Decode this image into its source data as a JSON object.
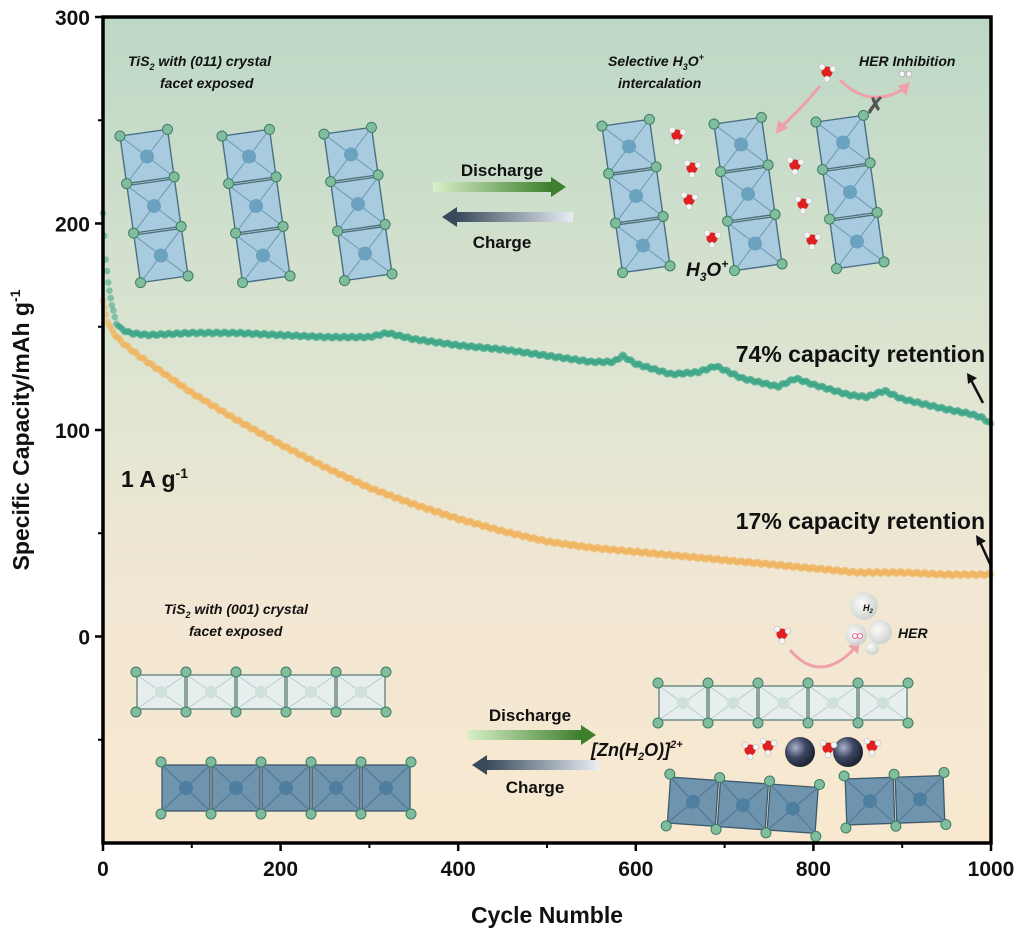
{
  "chart_data": {
    "type": "scatter",
    "xlabel": "Cycle Numble",
    "ylabel": "Specific Capacity/mAh g",
    "ylabel_sup": "-1",
    "xlim": [
      0,
      1000
    ],
    "ylim": [
      -100,
      300
    ],
    "xticks": [
      0,
      200,
      400,
      600,
      800,
      1000
    ],
    "yticks": [
      0,
      100,
      200,
      300
    ],
    "grid": false,
    "series": [
      {
        "color": "#3aa587",
        "points": [
          [
            0,
            205
          ],
          [
            3,
            182
          ],
          [
            6,
            172
          ],
          [
            10,
            160
          ],
          [
            15,
            152
          ],
          [
            20,
            149
          ],
          [
            30,
            147
          ],
          [
            50,
            146
          ],
          [
            100,
            147
          ],
          [
            150,
            147
          ],
          [
            200,
            146
          ],
          [
            250,
            145
          ],
          [
            300,
            145
          ],
          [
            320,
            147
          ],
          [
            350,
            144
          ],
          [
            400,
            141
          ],
          [
            450,
            139
          ],
          [
            500,
            136
          ],
          [
            550,
            133
          ],
          [
            575,
            133
          ],
          [
            585,
            136
          ],
          [
            600,
            132
          ],
          [
            640,
            127
          ],
          [
            670,
            128
          ],
          [
            690,
            131
          ],
          [
            720,
            125
          ],
          [
            760,
            121
          ],
          [
            780,
            125
          ],
          [
            800,
            122
          ],
          [
            840,
            117
          ],
          [
            860,
            116
          ],
          [
            880,
            119
          ],
          [
            900,
            115
          ],
          [
            950,
            110
          ],
          [
            975,
            108
          ],
          [
            990,
            106
          ],
          [
            1000,
            103
          ]
        ]
      },
      {
        "color": "#f1b45e",
        "points": [
          [
            0,
            162
          ],
          [
            5,
            153
          ],
          [
            10,
            148
          ],
          [
            20,
            143
          ],
          [
            40,
            136
          ],
          [
            70,
            127
          ],
          [
            100,
            118
          ],
          [
            150,
            105
          ],
          [
            200,
            93
          ],
          [
            250,
            82
          ],
          [
            300,
            72
          ],
          [
            350,
            64
          ],
          [
            400,
            57
          ],
          [
            450,
            51
          ],
          [
            500,
            46
          ],
          [
            550,
            43
          ],
          [
            600,
            41
          ],
          [
            650,
            39
          ],
          [
            700,
            37
          ],
          [
            750,
            35
          ],
          [
            800,
            33
          ],
          [
            850,
            31
          ],
          [
            900,
            31
          ],
          [
            950,
            30
          ],
          [
            1000,
            30
          ]
        ]
      }
    ],
    "annotations": {
      "rate": "1 A g",
      "rate_sup": "-1",
      "retention_top": "74% capacity retention",
      "retention_bottom": "17% capacity retention"
    }
  },
  "schematic": {
    "top_title_a": "TiS",
    "top_title_b": "2",
    "top_title_c": " with (011) crystal",
    "top_title_d": "facet exposed",
    "bottom_title_a": "TiS",
    "bottom_title_b": "2",
    "bottom_title_c": " with (001) crystal",
    "bottom_title_d": "facet exposed",
    "discharge": "Discharge",
    "charge": "Charge",
    "selective_a": "Selective  H",
    "selective_b": "3",
    "selective_c": "O",
    "selective_d": "+",
    "intercalation": "intercalation",
    "her_inhibition": "HER Inhibition",
    "h3o_a": "H",
    "h3o_b": "3",
    "h3o_c": "O",
    "h3o_d": "+",
    "her": "HER",
    "h2_a": "H",
    "h2_b": "2",
    "zn_a": "[Zn(H",
    "zn_b": "2",
    "zn_c": "O)]",
    "zn_d": "2+"
  }
}
